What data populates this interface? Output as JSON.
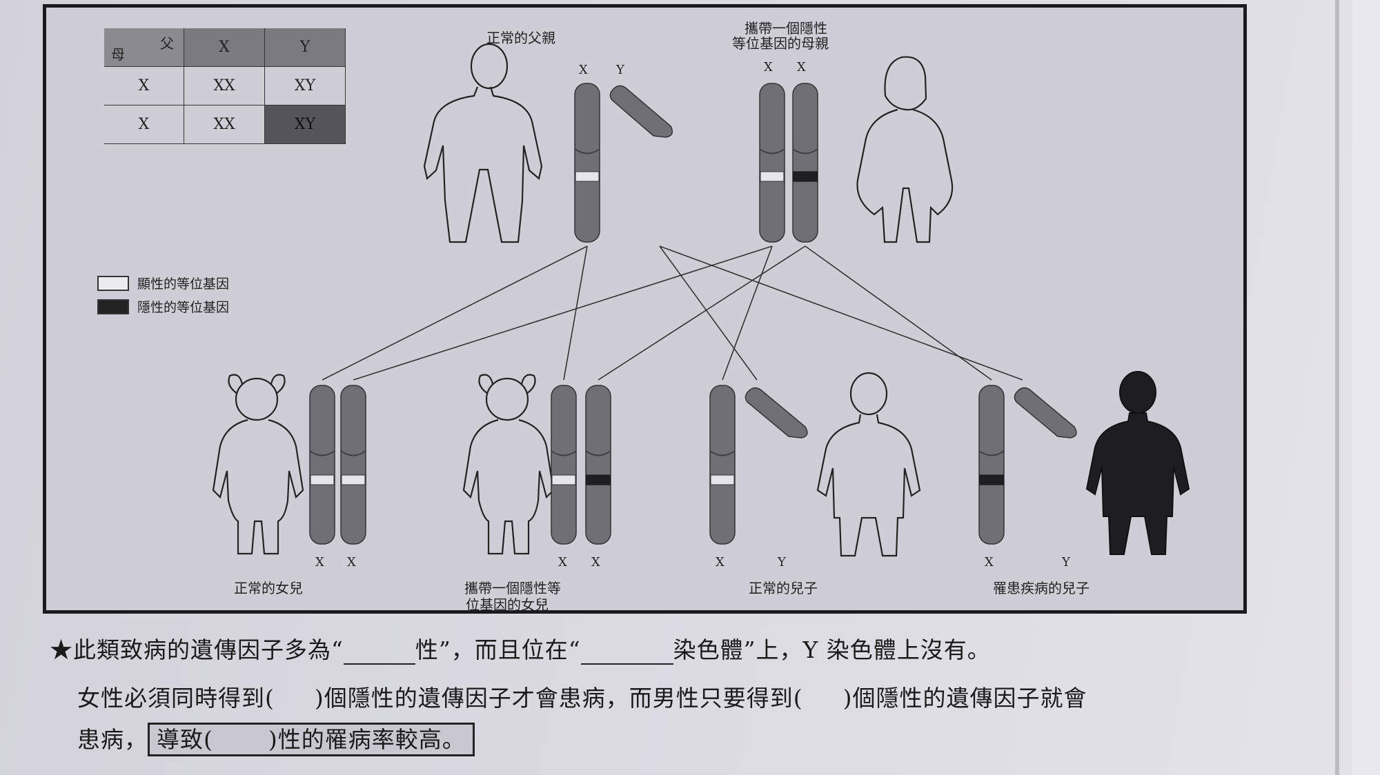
{
  "punnett": {
    "corner_father": "父",
    "corner_mother": "母",
    "col_headers": [
      "X",
      "Y"
    ],
    "row_headers": [
      "X",
      "X"
    ],
    "cells": [
      [
        "XX",
        "XY"
      ],
      [
        "XX",
        "XY"
      ]
    ]
  },
  "legend": {
    "dominant": "顯性的等位基因",
    "recessive": "隱性的等位基因"
  },
  "parents": {
    "father": {
      "label": "正常的父親",
      "chromosomes": [
        "X",
        "Y"
      ]
    },
    "mother": {
      "label_line1": "攜帶一個隱性",
      "label_line2": "等位基因的母親",
      "chromosomes": [
        "X",
        "X"
      ]
    }
  },
  "children": [
    {
      "label": "正常的女兒",
      "chromosomes": [
        "X",
        "X"
      ]
    },
    {
      "label_line1": "攜帶一個隱性等",
      "label_line2": "位基因的女兒",
      "chromosomes": [
        "X",
        "X"
      ]
    },
    {
      "label": "正常的兒子",
      "chromosomes": [
        "X",
        "Y"
      ]
    },
    {
      "label": "罹患疾病的兒子",
      "chromosomes": [
        "X",
        "Y"
      ]
    }
  ],
  "text": {
    "line1_a": "★此類致病的遺傳因子多為“",
    "line1_b": "性”，而且位在“",
    "line1_c": "染色體”上，Y 染色體上沒有。",
    "line2_a": "女性必須同時得到(",
    "line2_b": ")個隱性的遺傳因子才會患病，而男性只要得到(",
    "line2_c": ")個隱性的遺傳因子就會",
    "line3_a": "患病，",
    "line3_b": "導致(",
    "line3_c": ")性的罹病率較高。"
  }
}
